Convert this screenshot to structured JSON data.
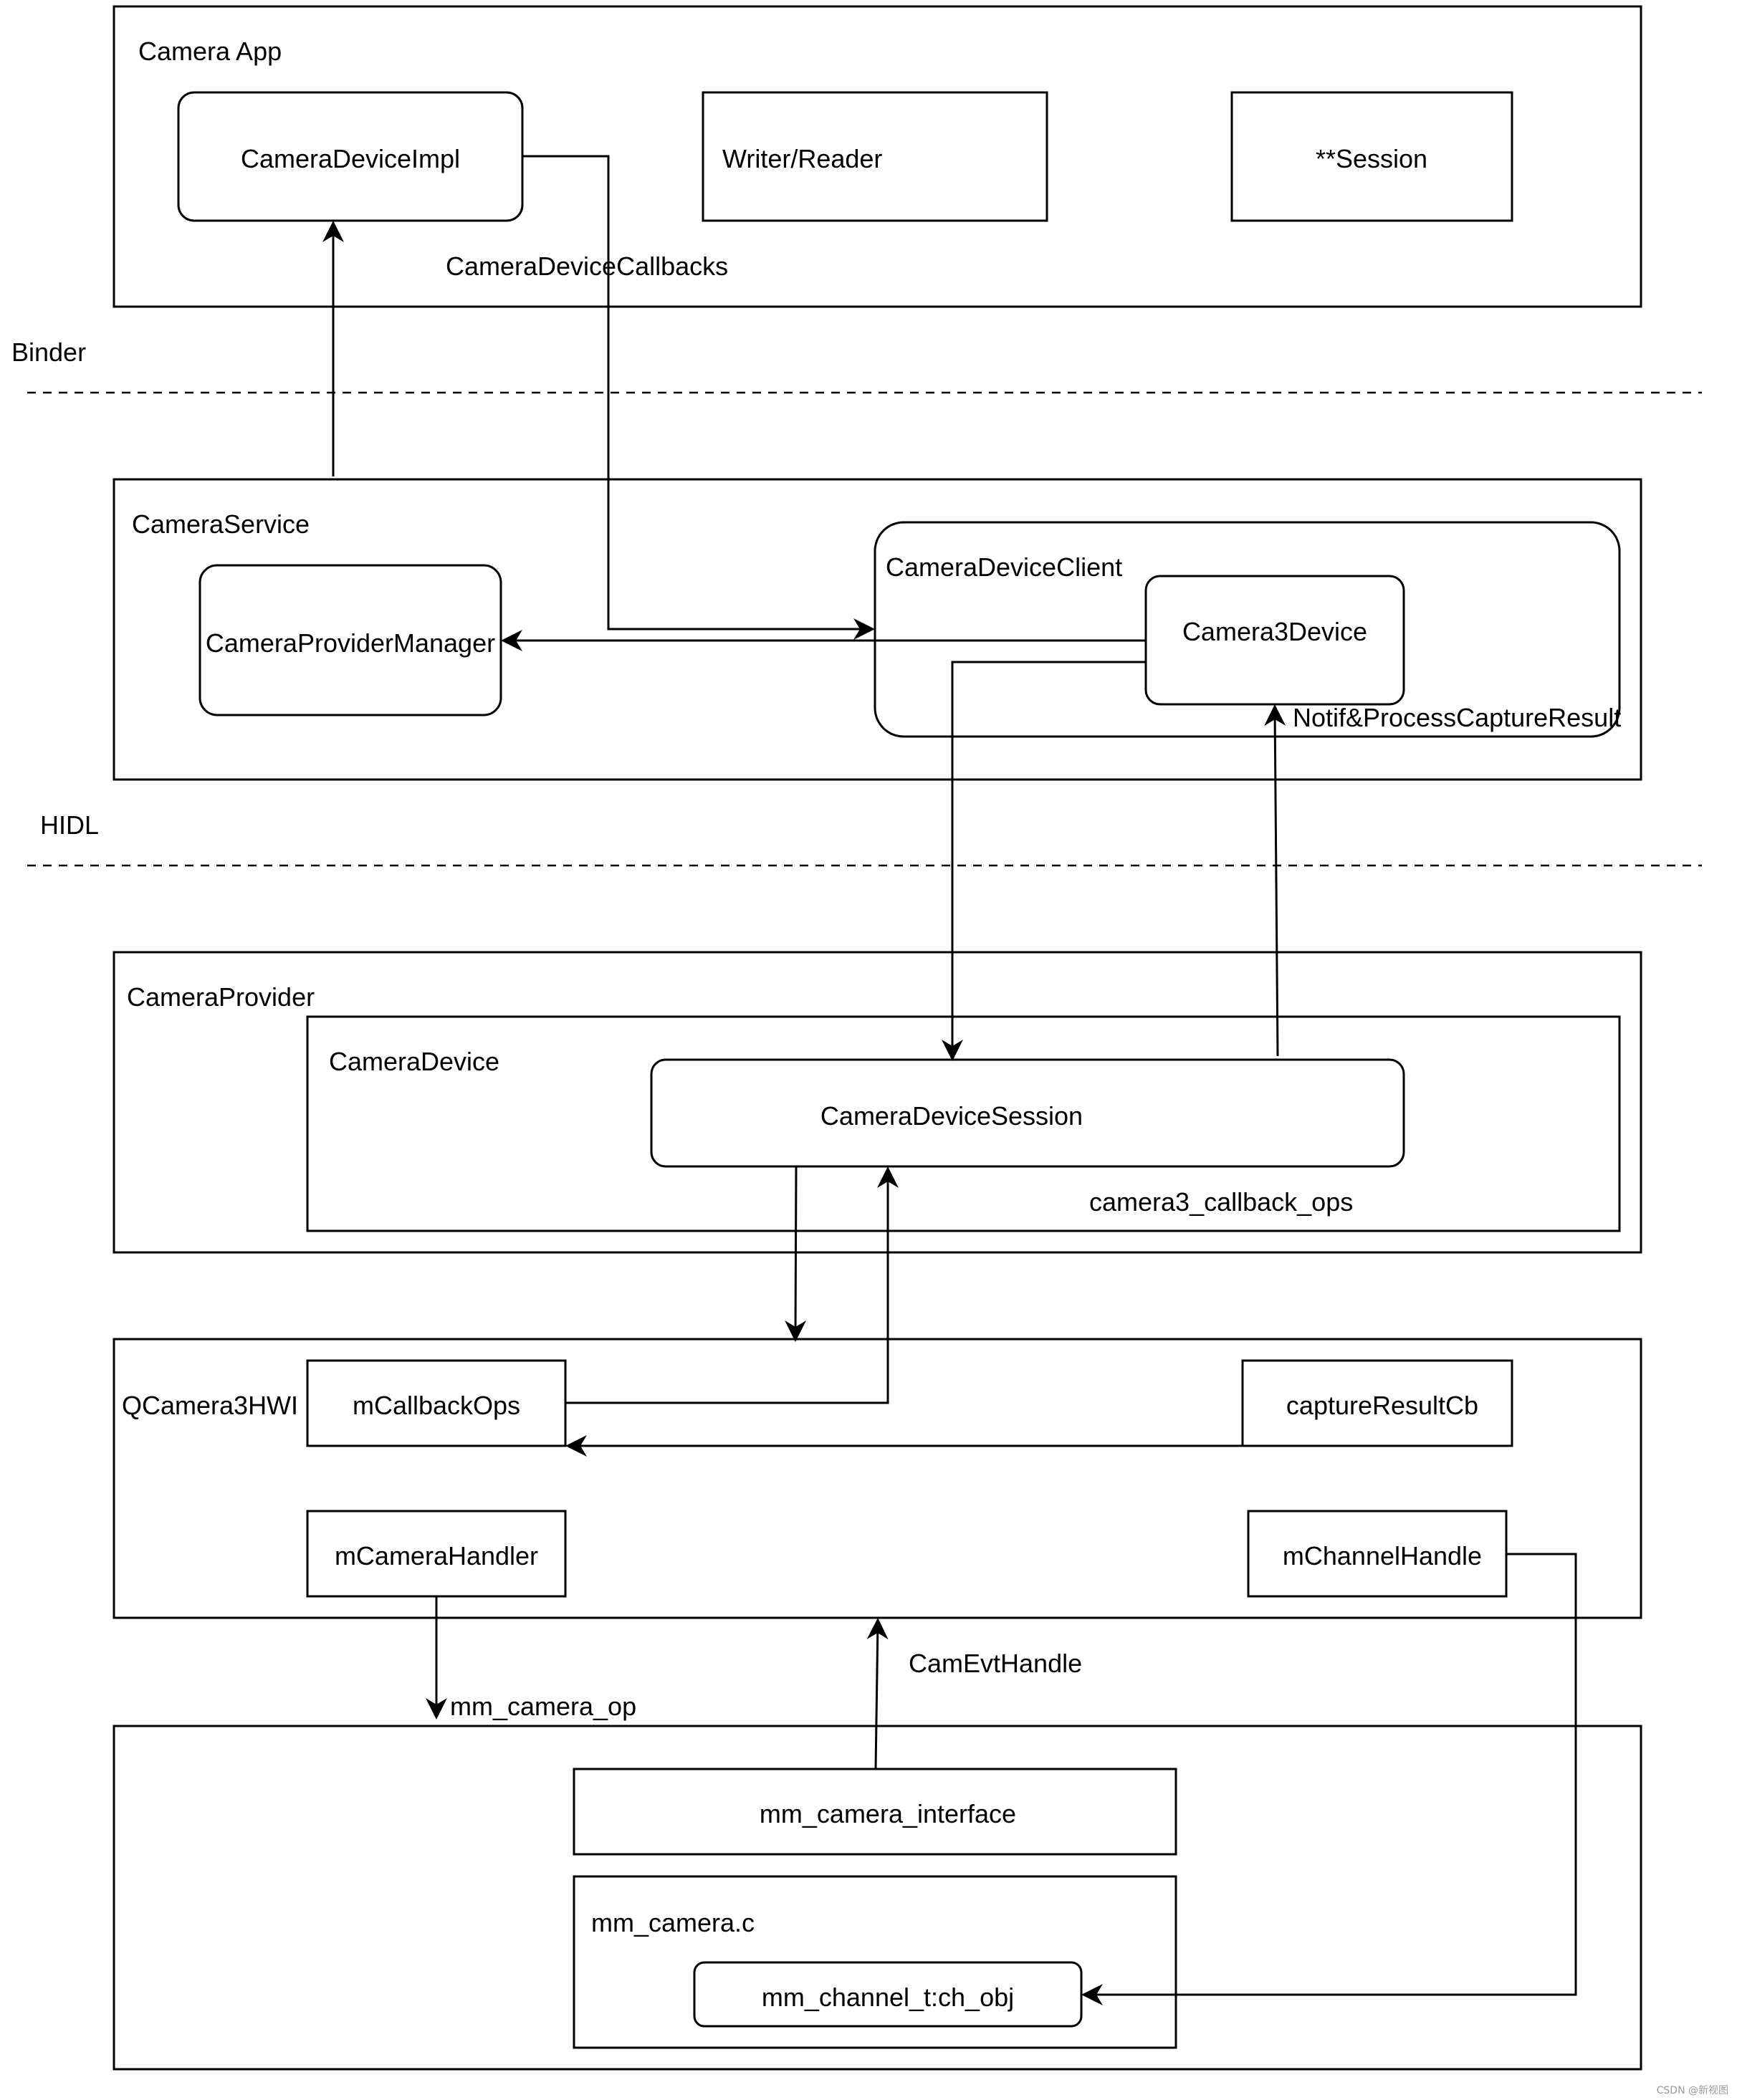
{
  "layers": {
    "camera_app": "Camera App",
    "binder": "Binder",
    "camera_service": "CameraService",
    "hidl": "HIDL",
    "camera_provider": "CameraProvider",
    "qcamera3hwi": "QCamera3HWI"
  },
  "boxes": {
    "camera_device_impl": "CameraDeviceImpl",
    "writer_reader": "Writer/Reader",
    "session": "**Session",
    "camera_provider_manager": "CameraProviderManager",
    "camera_device_client": "CameraDeviceClient",
    "camera3_device": "Camera3Device",
    "camera_device": "CameraDevice",
    "camera_device_session": "CameraDeviceSession",
    "m_callback_ops": "mCallbackOps",
    "capture_result_cb": "captureResultCb",
    "m_camera_handler": "mCameraHandler",
    "m_channel_handle": "mChannelHandle",
    "mm_camera_interface": "mm_camera_interface",
    "mm_camera_c": "mm_camera.c",
    "mm_channel_obj": "mm_channel_t:ch_obj"
  },
  "edge_labels": {
    "camera_device_callbacks": "CameraDeviceCallbacks",
    "notif_process_capture_result": "Notif&ProcessCaptureResult",
    "camera3_callback_ops": "camera3_callback_ops",
    "cam_evt_handle": "CamEvtHandle",
    "mm_camera_op": "mm_camera_op"
  },
  "watermark": "CSDN @新视图"
}
